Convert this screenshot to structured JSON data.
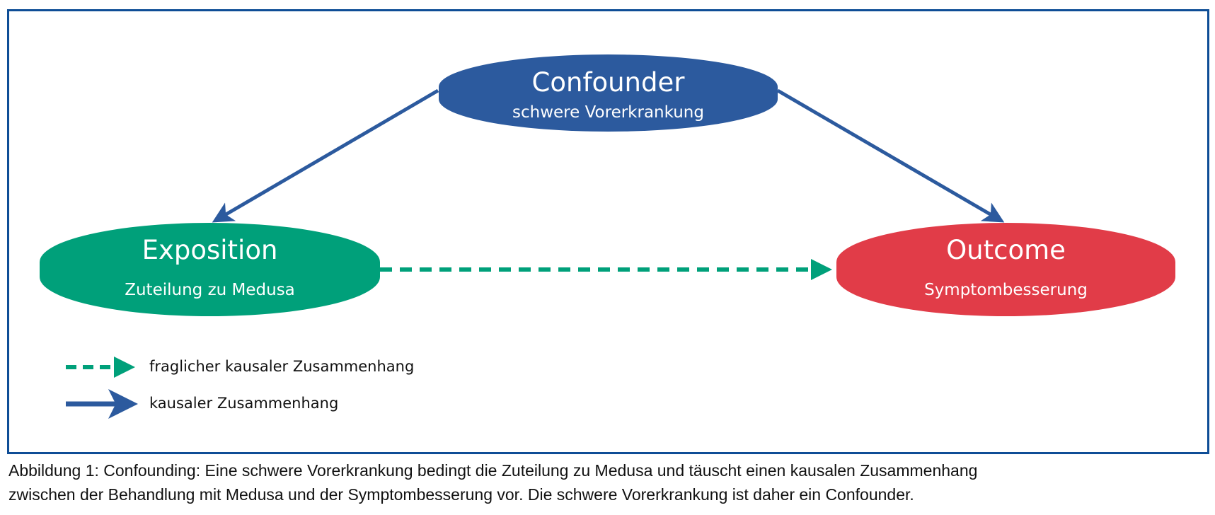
{
  "nodes": {
    "confounder": {
      "title": "Confounder",
      "subtitle": "schwere Vorerkrankung",
      "color": "#2c5a9e"
    },
    "exposition": {
      "title": "Exposition",
      "subtitle": "Zuteilung zu Medusa",
      "color": "#00a07a"
    },
    "outcome": {
      "title": "Outcome",
      "subtitle": "Symptombesserung",
      "color": "#e13c48"
    }
  },
  "legend": {
    "dashed": "fraglicher kausaler Zusammenhang",
    "solid": "kausaler Zusammenhang"
  },
  "caption": {
    "line1": "Abbildung 1: Confounding: Eine schwere Vorerkrankung bedingt die Zuteilung zu Medusa und täuscht einen kausalen Zusammenhang",
    "line2": "zwischen der Behandlung mit Medusa und der Symptombesserung vor. Die schwere Vorerkrankung ist daher ein Confounder."
  }
}
